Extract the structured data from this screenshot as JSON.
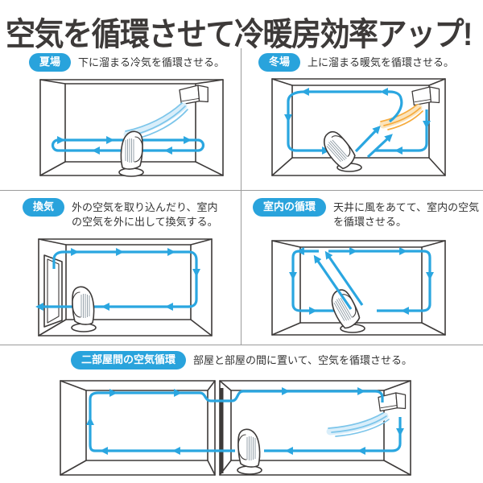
{
  "title": "空気を循環させて冷暖房効率アップ!",
  "colors": {
    "accent_blue": "#2aa6e0",
    "stream_blue": "#7cc5ea",
    "stream_blue_light": "#d9eefa",
    "warm_orange": "#f6ab3d",
    "warm_orange_light": "#fbe4bc",
    "line_dark": "#3d3a39",
    "text_dark": "#333333",
    "badge_blue": "#29a3dc",
    "badge_text": "#ffffff",
    "divider_gray": "#9b9b9b",
    "background": "#ffffff"
  },
  "panels": [
    {
      "id": "summer",
      "badge": "夏場",
      "description": "下に溜まる冷気を循環させる。"
    },
    {
      "id": "winter",
      "badge": "冬場",
      "description": "上に溜まる暖気を循環させる。"
    },
    {
      "id": "ventilation",
      "badge": "換気",
      "description": "外の空気を取り込んだり、室内の空気を外に出して換気する。"
    },
    {
      "id": "indoor-circulation",
      "badge": "室内の循環",
      "description": "天井に風をあてて、室内の空気を循環させる。"
    },
    {
      "id": "two-rooms",
      "badge": "二部屋間の空気循環",
      "description": "部屋と部屋の間に置いて、空気を循環させる。"
    }
  ]
}
